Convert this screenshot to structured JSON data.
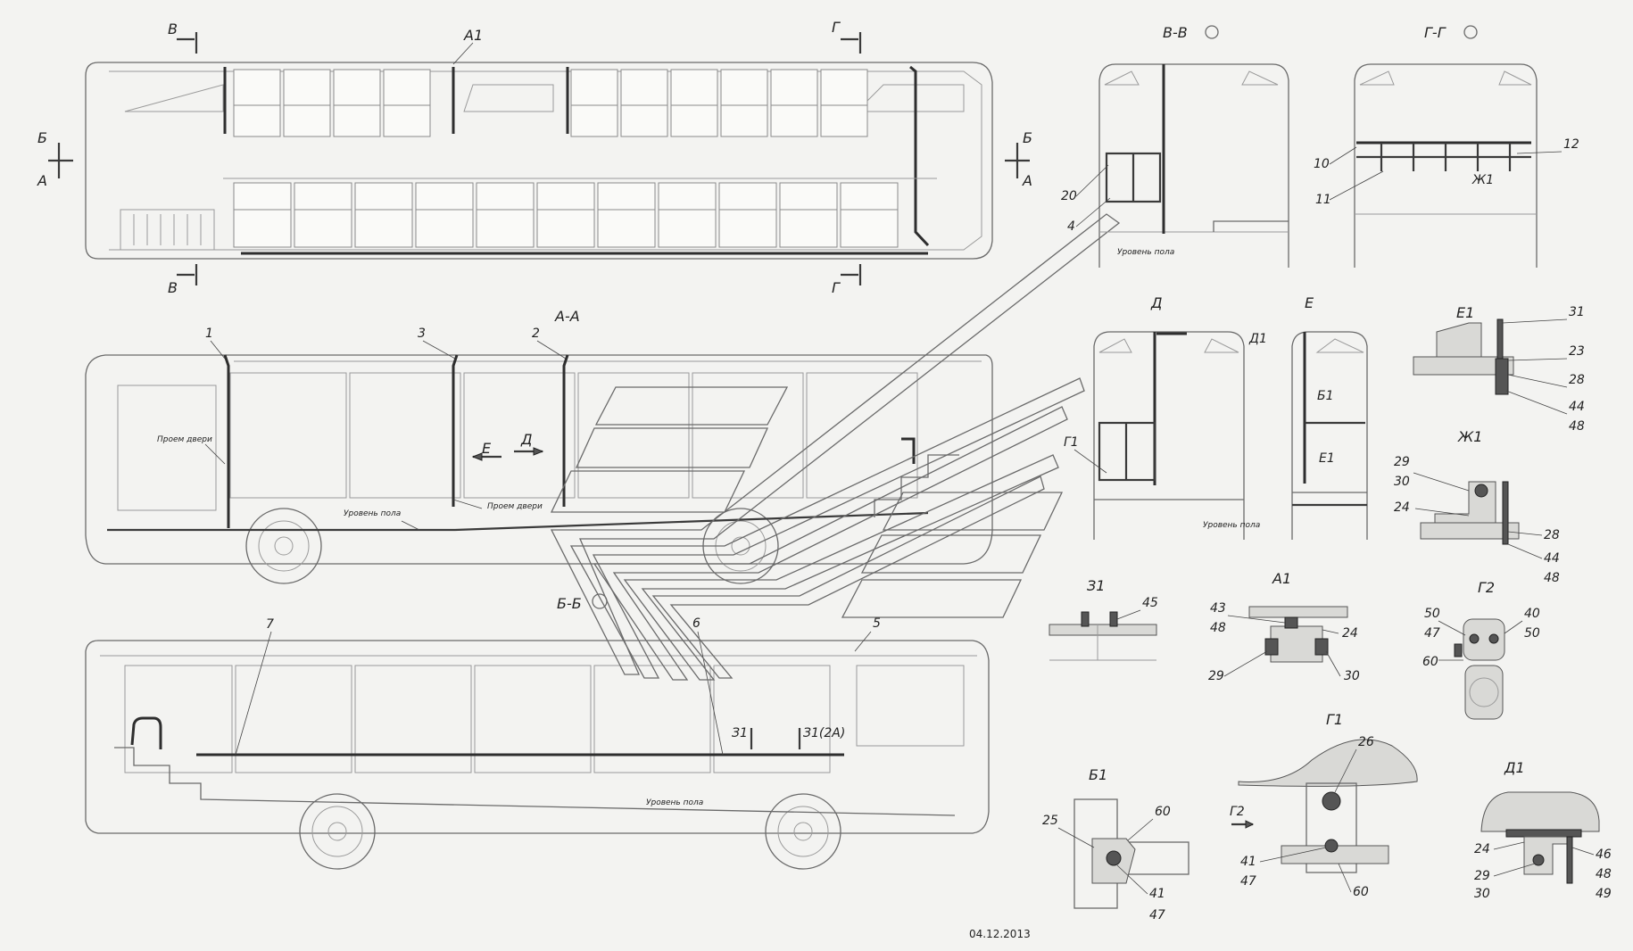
{
  "date": "04.12.2013",
  "section_marks": {
    "b": "В",
    "g": "Г",
    "a1": "А1",
    "b_side": "Б",
    "a_side": "А",
    "bb": "Б-Б",
    "aa": "А-А",
    "vv": "В-В",
    "gg": "Г-Г",
    "d": "Д",
    "e": "Е",
    "e_arrow": "Е",
    "d_arrow": "Д"
  },
  "notes": {
    "door_opening": "Проем двери",
    "floor_level": "Уровень пола"
  },
  "positions": {
    "p1": "1",
    "p2": "2",
    "p3": "3",
    "p4": "4",
    "p5": "5",
    "p6": "6",
    "p7": "7",
    "p10": "10",
    "p11": "11",
    "p12": "12",
    "p20": "20"
  },
  "views": {
    "d1": "Д1",
    "b1": "Б1",
    "g1": "Г1",
    "e1": "Е1",
    "zh1": "Ж1",
    "z1": "З1",
    "z1_2a": "З1(2А)",
    "a1": "А1",
    "g2": "Г2"
  },
  "callouts": {
    "n23": "23",
    "n24": "24",
    "n25": "25",
    "n26": "26",
    "n28": "28",
    "n29": "29",
    "n30": "30",
    "n31": "31",
    "n40": "40",
    "n41": "41",
    "n43": "43",
    "n44": "44",
    "n45": "45",
    "n46": "46",
    "n47": "47",
    "n48": "48",
    "n49": "49",
    "n50": "50",
    "n60": "60"
  }
}
